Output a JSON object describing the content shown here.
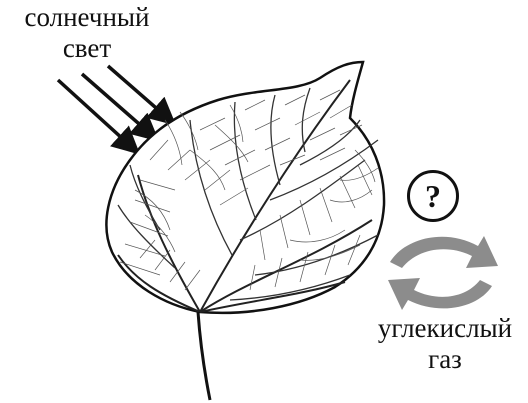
{
  "sunlight": {
    "line1": "солнечный",
    "line2": "свет"
  },
  "unknown_gas": {
    "mark": "?"
  },
  "carbon_dioxide": {
    "line1": "углекислый",
    "line2": "газ"
  },
  "colors": {
    "ink": "#111111",
    "exchange_arrows": "#8c8c8c"
  }
}
